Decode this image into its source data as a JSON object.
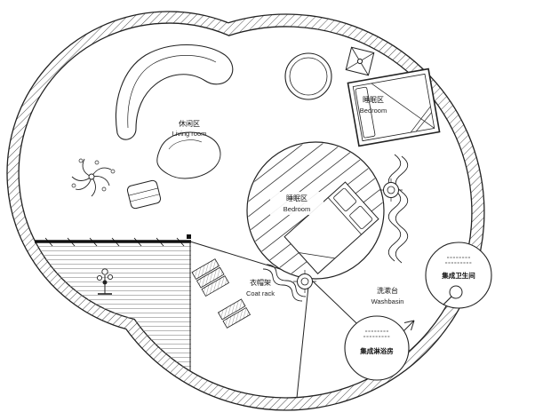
{
  "areas": {
    "living": {
      "zh": "休闲区",
      "en": "Living room"
    },
    "bedroom_upper": {
      "zh": "睡眠区",
      "en": "Bedroom"
    },
    "bedroom_center": {
      "zh": "睡眠区",
      "en": "Bedroom"
    },
    "coat_rack": {
      "zh": "衣帽架",
      "en": "Coat rack"
    },
    "washbasin": {
      "zh": "洗漱台",
      "en": "Washbasin"
    },
    "bathroom_unit": {
      "zh": "集成卫生间"
    },
    "shower_unit": {
      "zh": "集成淋浴房"
    }
  },
  "colors": {
    "ink": "#222222",
    "paper": "#ffffff",
    "wall_hatch": "#3a3a3a",
    "deck_hatch": "#999999"
  }
}
